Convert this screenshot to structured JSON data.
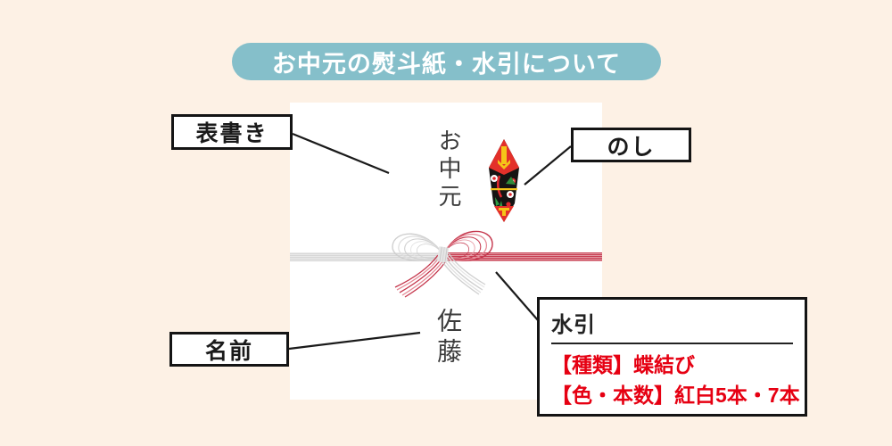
{
  "banner": {
    "title": "お中元の熨斗紙・水引について"
  },
  "colors": {
    "background": "#fdf1e5",
    "banner_teal": "#85bfca",
    "accent_red": "#e60012",
    "mizuhiki_red": "#c73e52",
    "mizuhiki_silver": "#d7d7d7"
  },
  "noshi_paper": {
    "front_writing": "お中元",
    "giver_name": "佐藤"
  },
  "callouts": {
    "front_writing_label": "表書き",
    "noshi_label": "のし",
    "name_label": "名前",
    "mizuhiki": {
      "title": "水引",
      "type_line": "【種類】蝶結び",
      "color_line": "【色・本数】紅白5本・7本"
    }
  },
  "icons": {
    "noshi_ornament": "noshi-decoration-icon",
    "mizuhiki_bow": "red-white-bow-icon"
  }
}
